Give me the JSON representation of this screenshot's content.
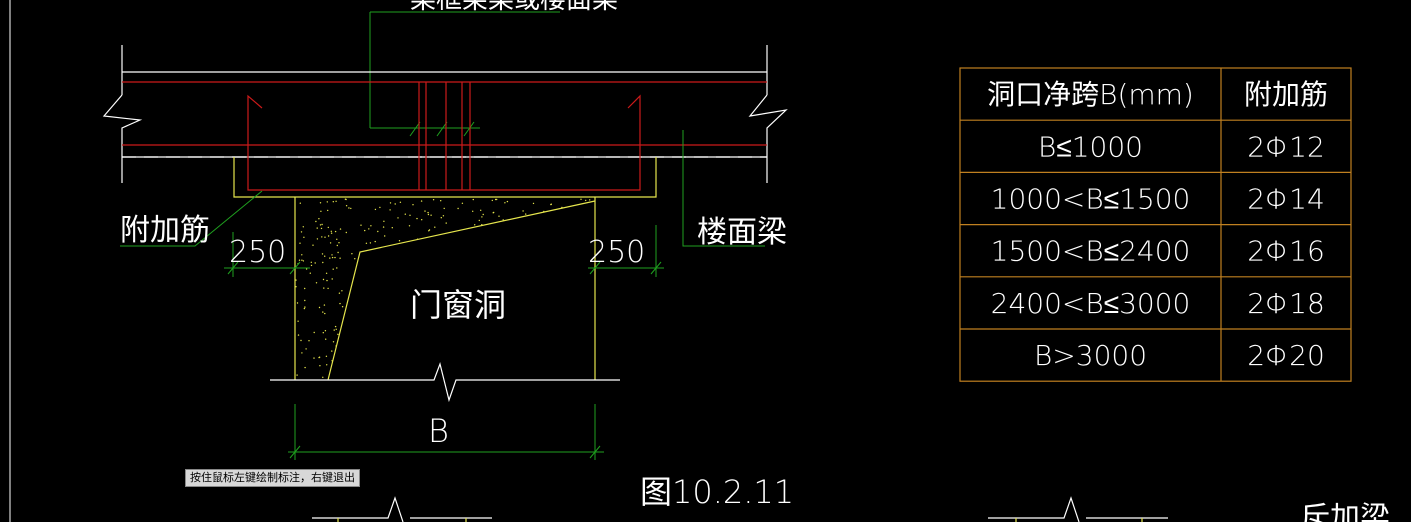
{
  "drawing": {
    "top_label": "梁框架梁或楼面梁",
    "label_rebar": "附加筋",
    "label_beam": "楼面梁",
    "label_opening": "门窗洞",
    "dim_left": "250",
    "dim_right": "250",
    "dim_bottom": "B",
    "figure_caption": "图10.2.11",
    "bottom_right_label": "斥加梁"
  },
  "table": {
    "headers": [
      "洞口净跨B(mm)",
      "附加筋"
    ],
    "rows": [
      [
        "B≤1000",
        "2Φ12"
      ],
      [
        "1000<B≤1500",
        "2Φ14"
      ],
      [
        "1500<B≤2400",
        "2Φ16"
      ],
      [
        "2400<B≤3000",
        "2Φ18"
      ],
      [
        "B>3000",
        "2Φ20"
      ]
    ]
  },
  "status_hint": "按住鼠标左键绘制标注，右键退出",
  "colors": {
    "background": "#000000",
    "beam_line": "#ffffff",
    "rebar": "#cc1a1a",
    "yellow": "#e6e64d",
    "green_leader": "#1fa01f",
    "table_border": "#c08020",
    "text": "#ffffff"
  }
}
